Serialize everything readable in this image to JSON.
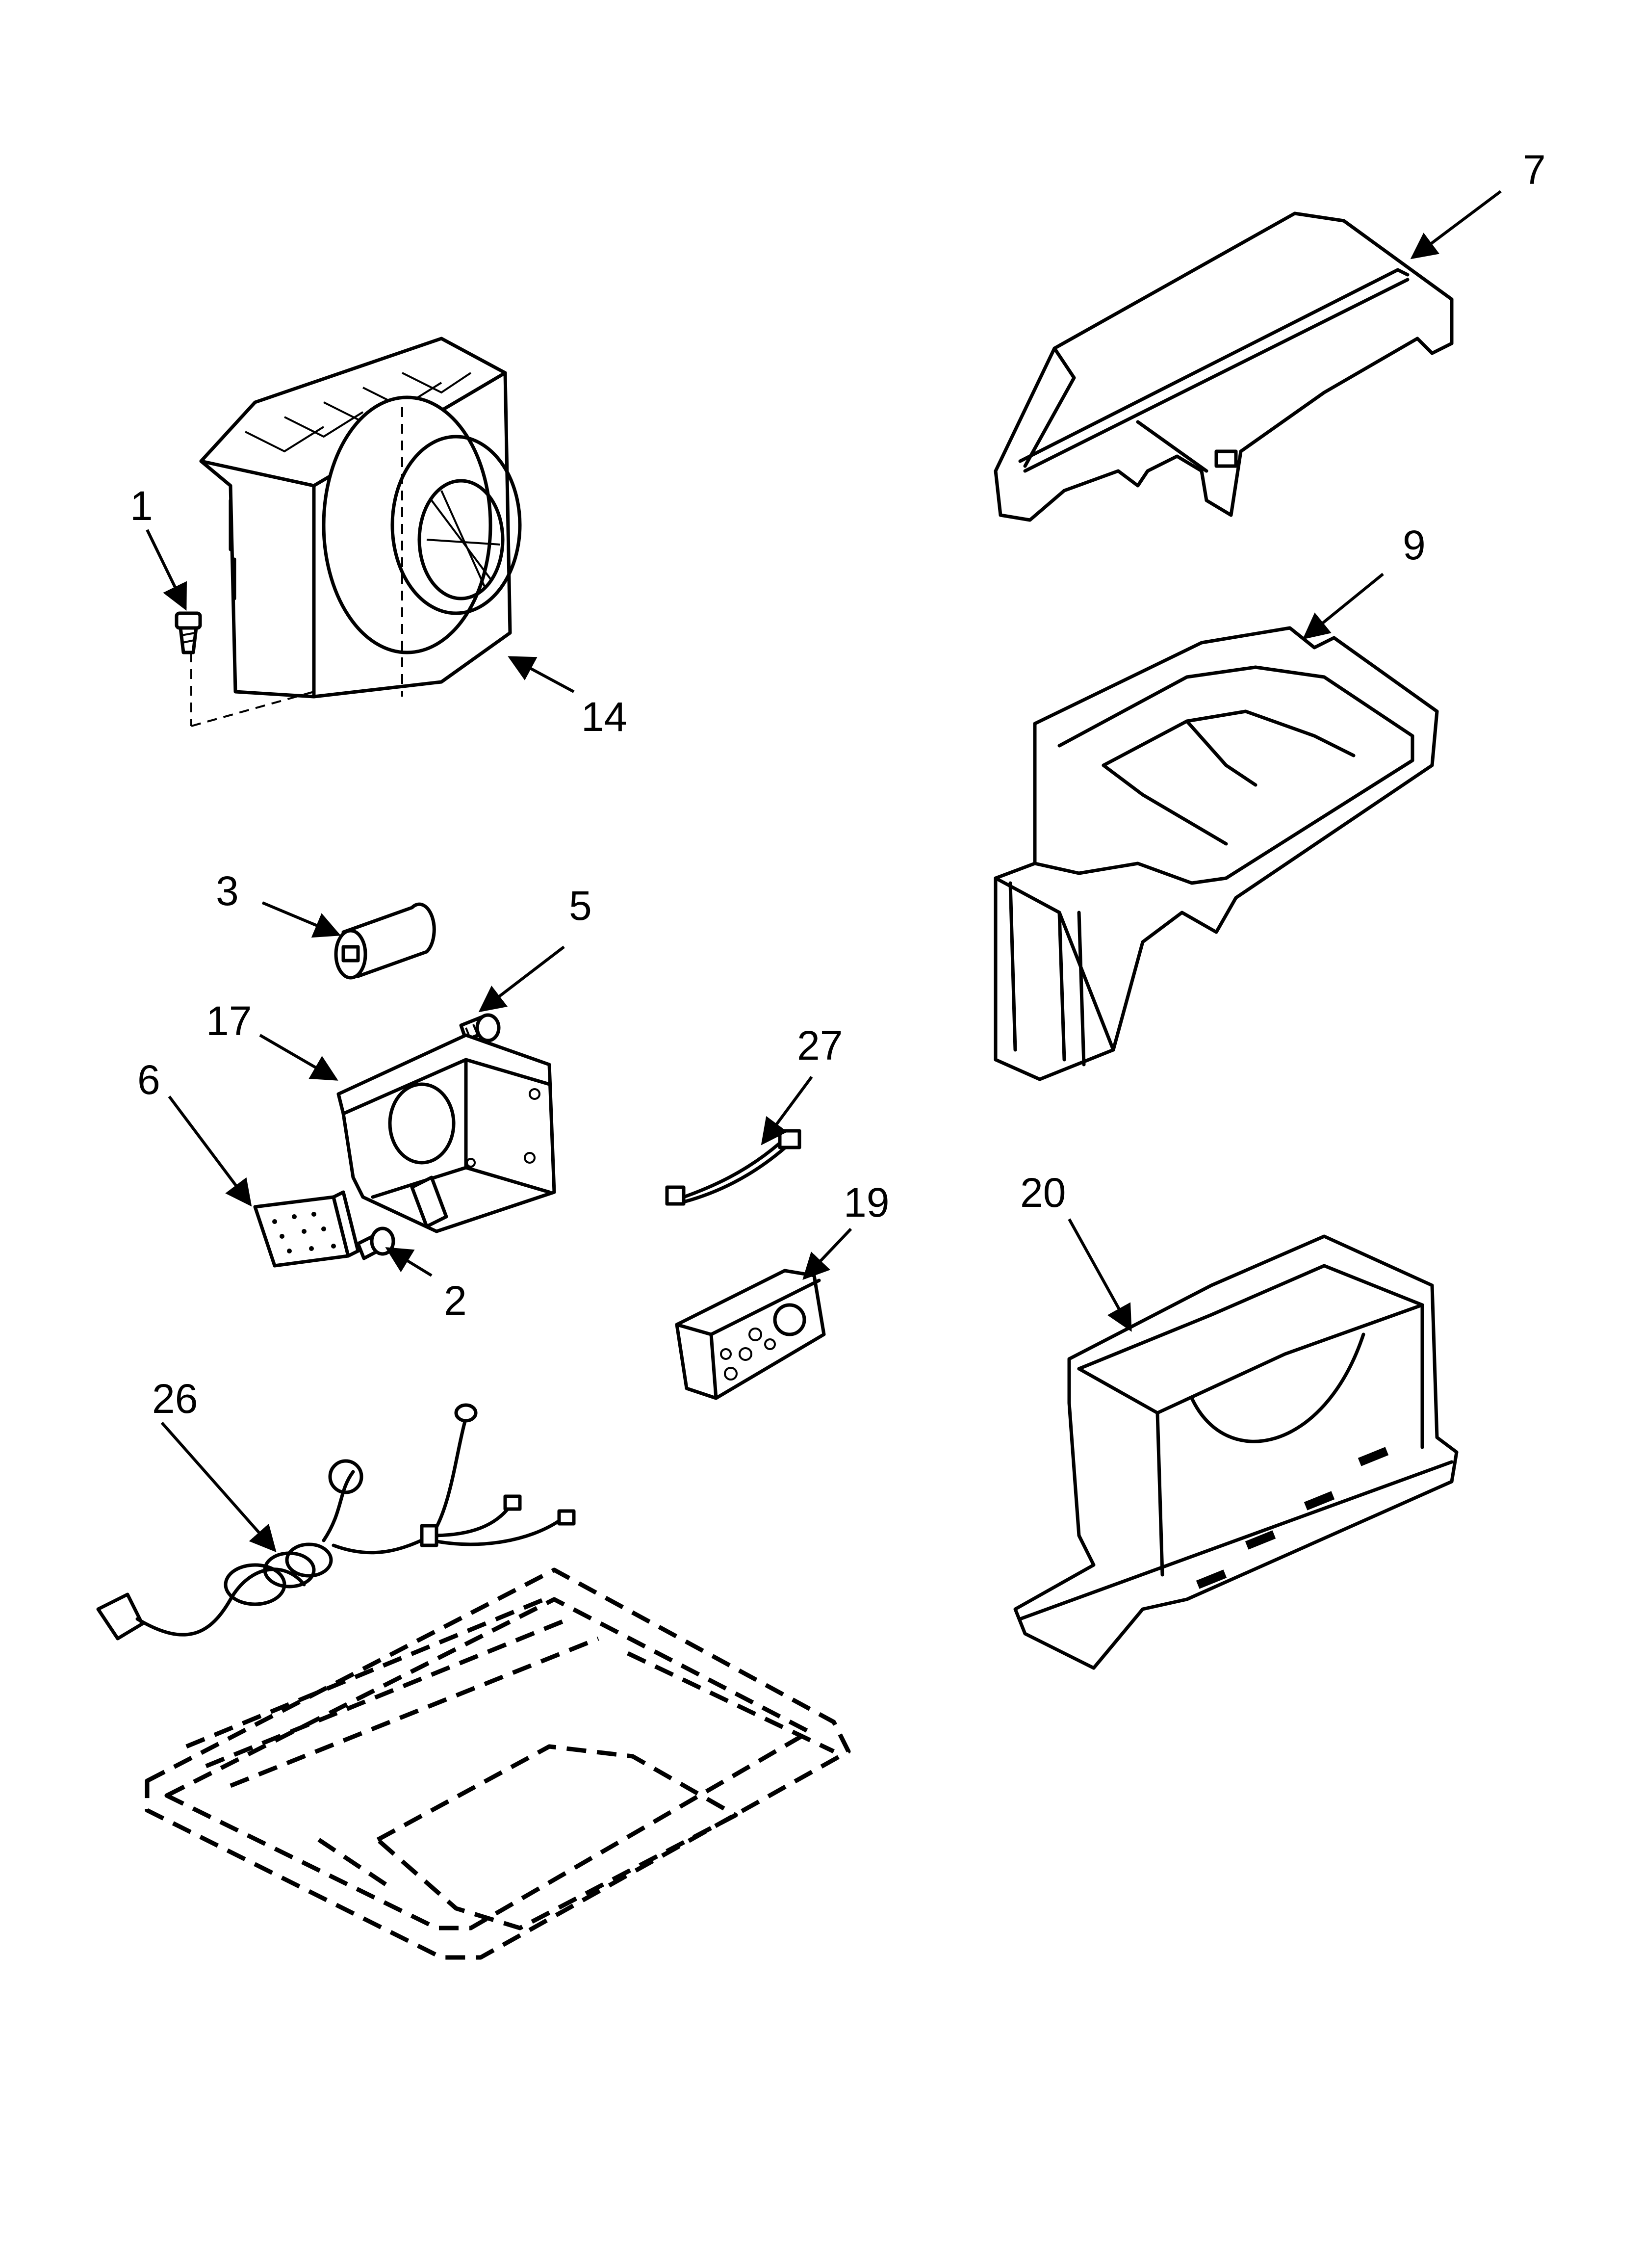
{
  "callouts": {
    "c1": "1",
    "c2": "2",
    "c3": "3",
    "c5": "5",
    "c6": "6",
    "c7": "7",
    "c9": "9",
    "c14": "14",
    "c17": "17",
    "c19": "19",
    "c20": "20",
    "c26": "26",
    "c27": "27"
  }
}
